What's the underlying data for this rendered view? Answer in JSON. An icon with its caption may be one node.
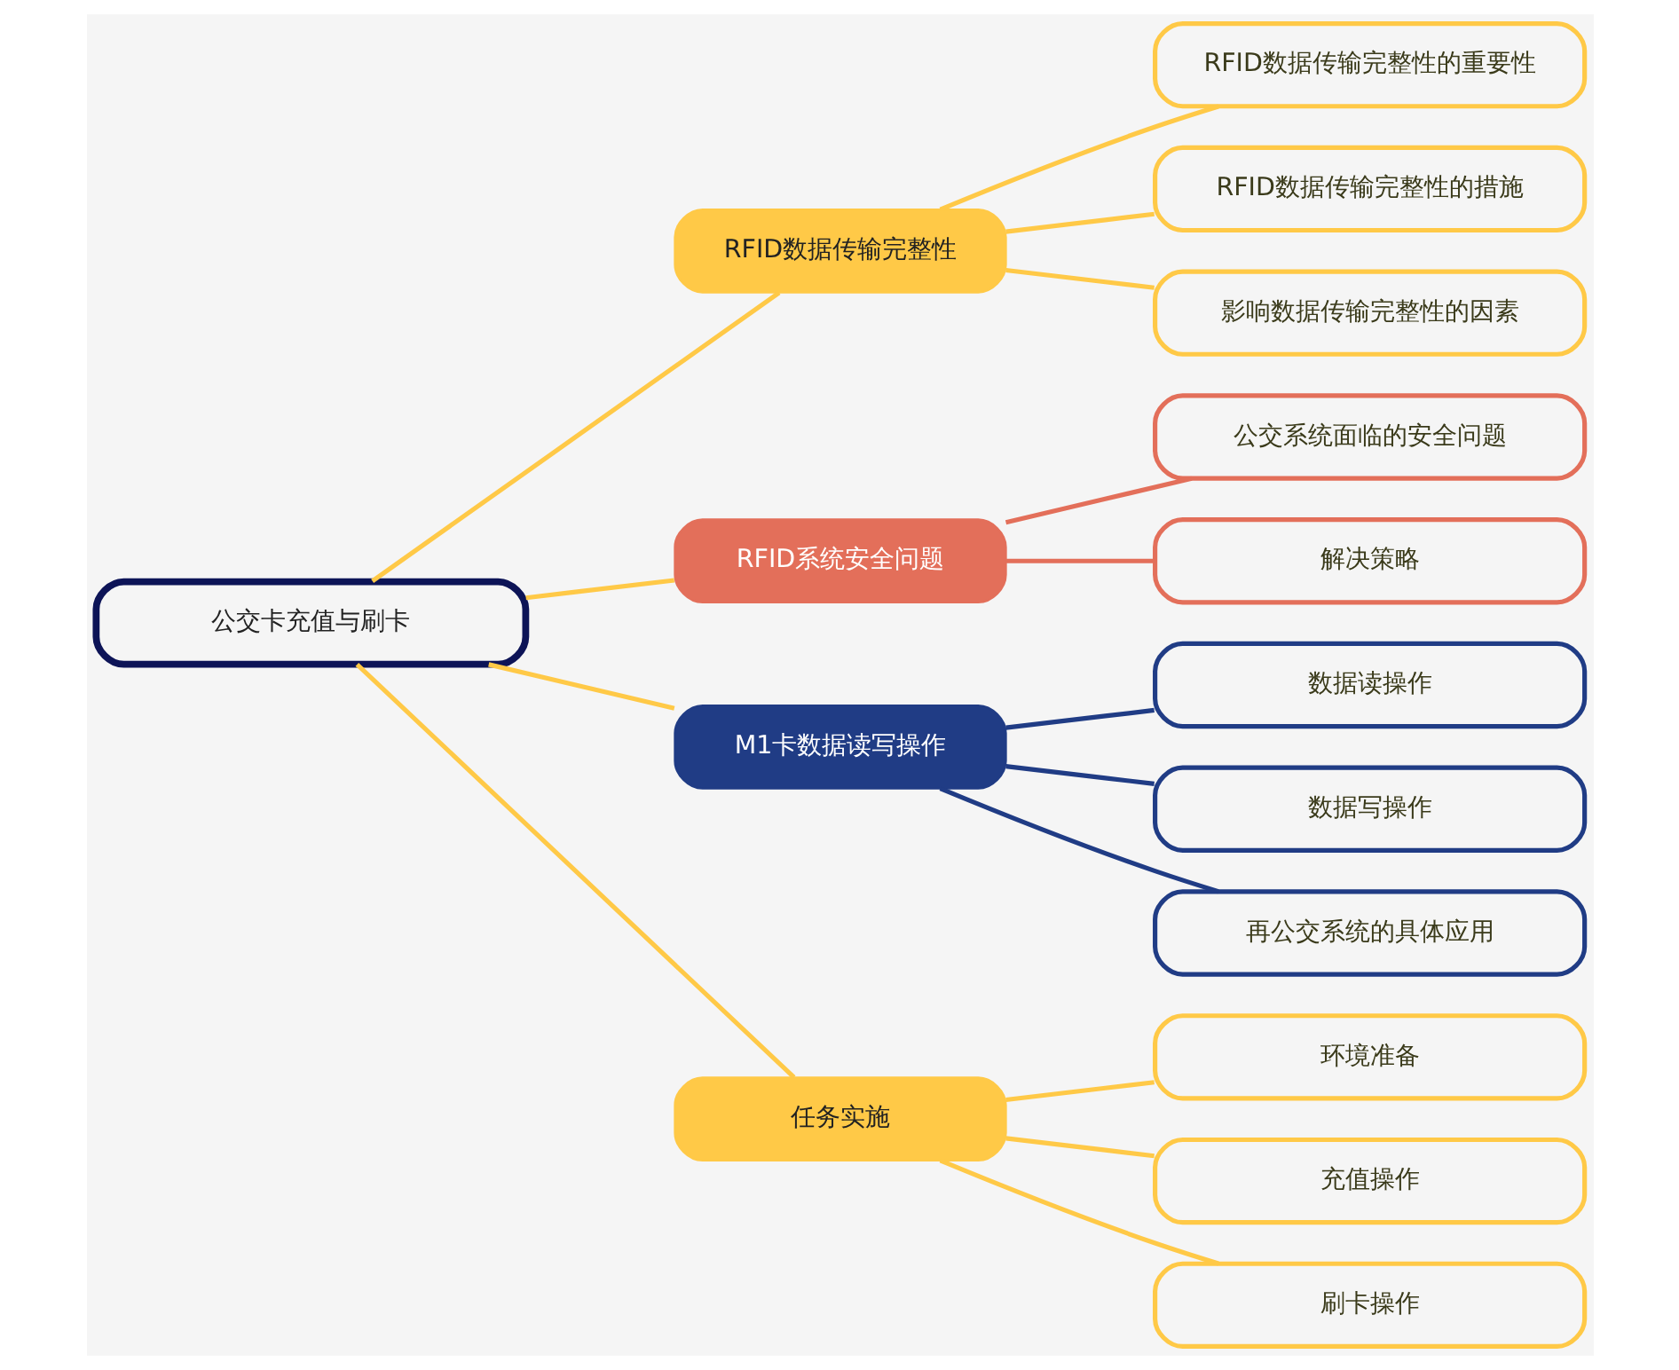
{
  "diagram": {
    "nodes": [
      {
        "text": [
          "公交卡充值与刷卡"
        ]
      },
      {
        "text": [
          "RFID数据传输完整性"
        ]
      },
      {
        "text": [
          "RFID数据传输完整性的重要性"
        ]
      },
      {
        "text": [
          "RFID数据传输完整性的措施"
        ]
      },
      {
        "text": [
          "影响数据传输完整性的因素"
        ]
      },
      {
        "text": [
          "RFID系统安全问题"
        ]
      },
      {
        "text": [
          "公交系统面临的安全问题"
        ]
      },
      {
        "text": [
          "解决策略"
        ]
      },
      {
        "text": [
          "M1卡数据读写操作"
        ]
      },
      {
        "text": [
          "数据读操作"
        ]
      },
      {
        "text": [
          "数据写操作"
        ]
      },
      {
        "text": [
          "再公交系统的具体应用"
        ]
      },
      {
        "text": [
          "任务实施"
        ]
      },
      {
        "text": [
          "环境准备"
        ]
      },
      {
        "text": [
          "充值操作"
        ]
      },
      {
        "text": [
          "刷卡操作"
        ]
      }
    ],
    "edges": [
      {
        "from": 0,
        "to": 1,
        "arrow": "none"
      },
      {
        "from": 0,
        "to": 5,
        "arrow": "none"
      },
      {
        "from": 0,
        "to": 8,
        "arrow": "none"
      },
      {
        "from": 0,
        "to": 12,
        "arrow": "none"
      },
      {
        "from": 1,
        "to": 2,
        "arrow": "none"
      },
      {
        "from": 1,
        "to": 3,
        "arrow": "none"
      },
      {
        "from": 1,
        "to": 4,
        "arrow": "none"
      },
      {
        "from": 5,
        "to": 6,
        "arrow": "none",
        "color": "#e36f5a"
      },
      {
        "from": 5,
        "to": 7,
        "arrow": "none",
        "color": "#e36f5a"
      },
      {
        "from": 8,
        "to": 9,
        "arrow": "none",
        "color": "#203c85"
      },
      {
        "from": 8,
        "to": 10,
        "arrow": "none",
        "color": "#203c85"
      },
      {
        "from": 8,
        "to": 11,
        "arrow": "none",
        "color": "#203c85"
      },
      {
        "from": 12,
        "to": 13,
        "arrow": "none"
      },
      {
        "from": 12,
        "to": 14,
        "arrow": "none"
      },
      {
        "from": 12,
        "to": 15,
        "arrow": "none"
      }
    ]
  }
}
